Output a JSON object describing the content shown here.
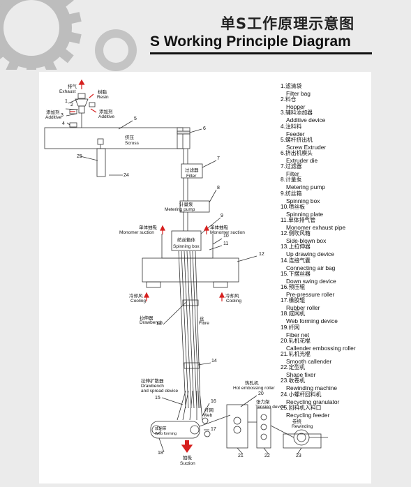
{
  "title_cn": "单S工作原理示意图",
  "title_en": "S Working Principle Diagram",
  "legend": [
    {
      "num": "1.",
      "cn": "滤清袋",
      "en": "Filter bag"
    },
    {
      "num": "2.",
      "cn": "料仓",
      "en": "Hopper"
    },
    {
      "num": "3.",
      "cn": "辅料添加器",
      "en": "Additive device"
    },
    {
      "num": "4.",
      "cn": "注料料",
      "en": "Feeder"
    },
    {
      "num": "5.",
      "cn": "螺杆挤出机",
      "en": "Screw Extruder"
    },
    {
      "num": "6.",
      "cn": "挤出机模头",
      "en": "Extruder die"
    },
    {
      "num": "7.",
      "cn": "过滤器",
      "en": "Filter"
    },
    {
      "num": "8.",
      "cn": "计量泵",
      "en": "Metering pump"
    },
    {
      "num": "9.",
      "cn": "纺丝箱",
      "en": "Spinning box"
    },
    {
      "num": "10.",
      "cn": "喷丝板",
      "en": "Spinning plate"
    },
    {
      "num": "11.",
      "cn": "单体排气管",
      "en": "Monomer exhaust pipe"
    },
    {
      "num": "12.",
      "cn": "侧吹风箱",
      "en": "Side-blown box"
    },
    {
      "num": "13.",
      "cn": "上拉伸器",
      "en": "Up drawing device"
    },
    {
      "num": "14.",
      "cn": "连接气囊",
      "en": "Connecting air bag"
    },
    {
      "num": "15.",
      "cn": "下摆丝器",
      "en": "Down swing device"
    },
    {
      "num": "16.",
      "cn": "预压辊",
      "en": "Pre-pressure roller"
    },
    {
      "num": "17.",
      "cn": "橡胶辊",
      "en": "Rubber roller"
    },
    {
      "num": "18.",
      "cn": "成网机",
      "en": "Web forming device"
    },
    {
      "num": "19.",
      "cn": "纤网",
      "en": "Fiber net"
    },
    {
      "num": "20.",
      "cn": "轧机花棍",
      "en": "Callender embossing roller"
    },
    {
      "num": "21.",
      "cn": "轧机光棍",
      "en": "Smooth callender"
    },
    {
      "num": "22.",
      "cn": "定型机",
      "en": "Shape fixer"
    },
    {
      "num": "23.",
      "cn": "收卷机",
      "en": "Rewinding machine"
    },
    {
      "num": "24.",
      "cn": "小螺杆回料机",
      "en": "Recycling granulator"
    },
    {
      "num": "25.",
      "cn": "回料机入料口",
      "en": "Recycling feeder"
    }
  ],
  "labels": {
    "exhaust_cn": "排气",
    "exhaust_en": "Exhaust",
    "resin_cn": "树脂",
    "resin_en": "Resin",
    "additive_cn": "添加剂",
    "additive_en": "Additive",
    "additive2_cn": "添加剂",
    "additive2_en": "Additive",
    "scross_cn": "挤压",
    "scross_en": "Scross",
    "filter_cn": "过滤器",
    "filter_en": "Filter",
    "meter_cn": "计量泵",
    "meter_en": "Metering pump",
    "monoL_cn": "单体抽吸",
    "monoL_en": "Monomer suction",
    "monoR_cn": "单体抽吸",
    "monoR_en": "Monomer suction",
    "spinbox_cn": "纺丝箱体",
    "spinbox_en": "Spinning box",
    "coolL_cn": "冷却风",
    "coolL_en": "Cooling",
    "coolR_cn": "冷却风",
    "coolR_en": "Cooling",
    "drawbench_cn": "拉伸器",
    "drawbench_en": "Drawbench",
    "fibre_cn": "丝",
    "fibre_en": "Fibre",
    "spread_cn": "拉伸扩散器",
    "spread_en1": "Drawbench",
    "spread_en2": "and spread device",
    "hotroll_cn": "热轧机",
    "hotroll_en": "Hot embossing roller",
    "tension_cn": "张力架",
    "tension_en": "Tension device",
    "rewind_cn": "卷绕",
    "rewind_en": "Rewinding",
    "web_cn": "纤网",
    "web_en": "Web",
    "webform_cn": "成网带",
    "webform_en": "Web forming",
    "suction_cn": "抽吸",
    "suction_en": "Suction"
  },
  "nums": [
    "1",
    "2",
    "3",
    "4",
    "5",
    "6",
    "7",
    "8",
    "9",
    "10",
    "11",
    "12",
    "13",
    "14",
    "15",
    "16",
    "17",
    "18",
    "20",
    "21",
    "22",
    "23",
    "24",
    "25"
  ],
  "colors": {
    "arrow": "#d6201f",
    "line": "#333333",
    "fill": "#ffffff",
    "bg": "#ebebeb",
    "gear": "#b9b9b9"
  },
  "icons": [
    "gear-icon",
    "gear-icon",
    "up-arrow-icon",
    "down-arrow-icon"
  ]
}
